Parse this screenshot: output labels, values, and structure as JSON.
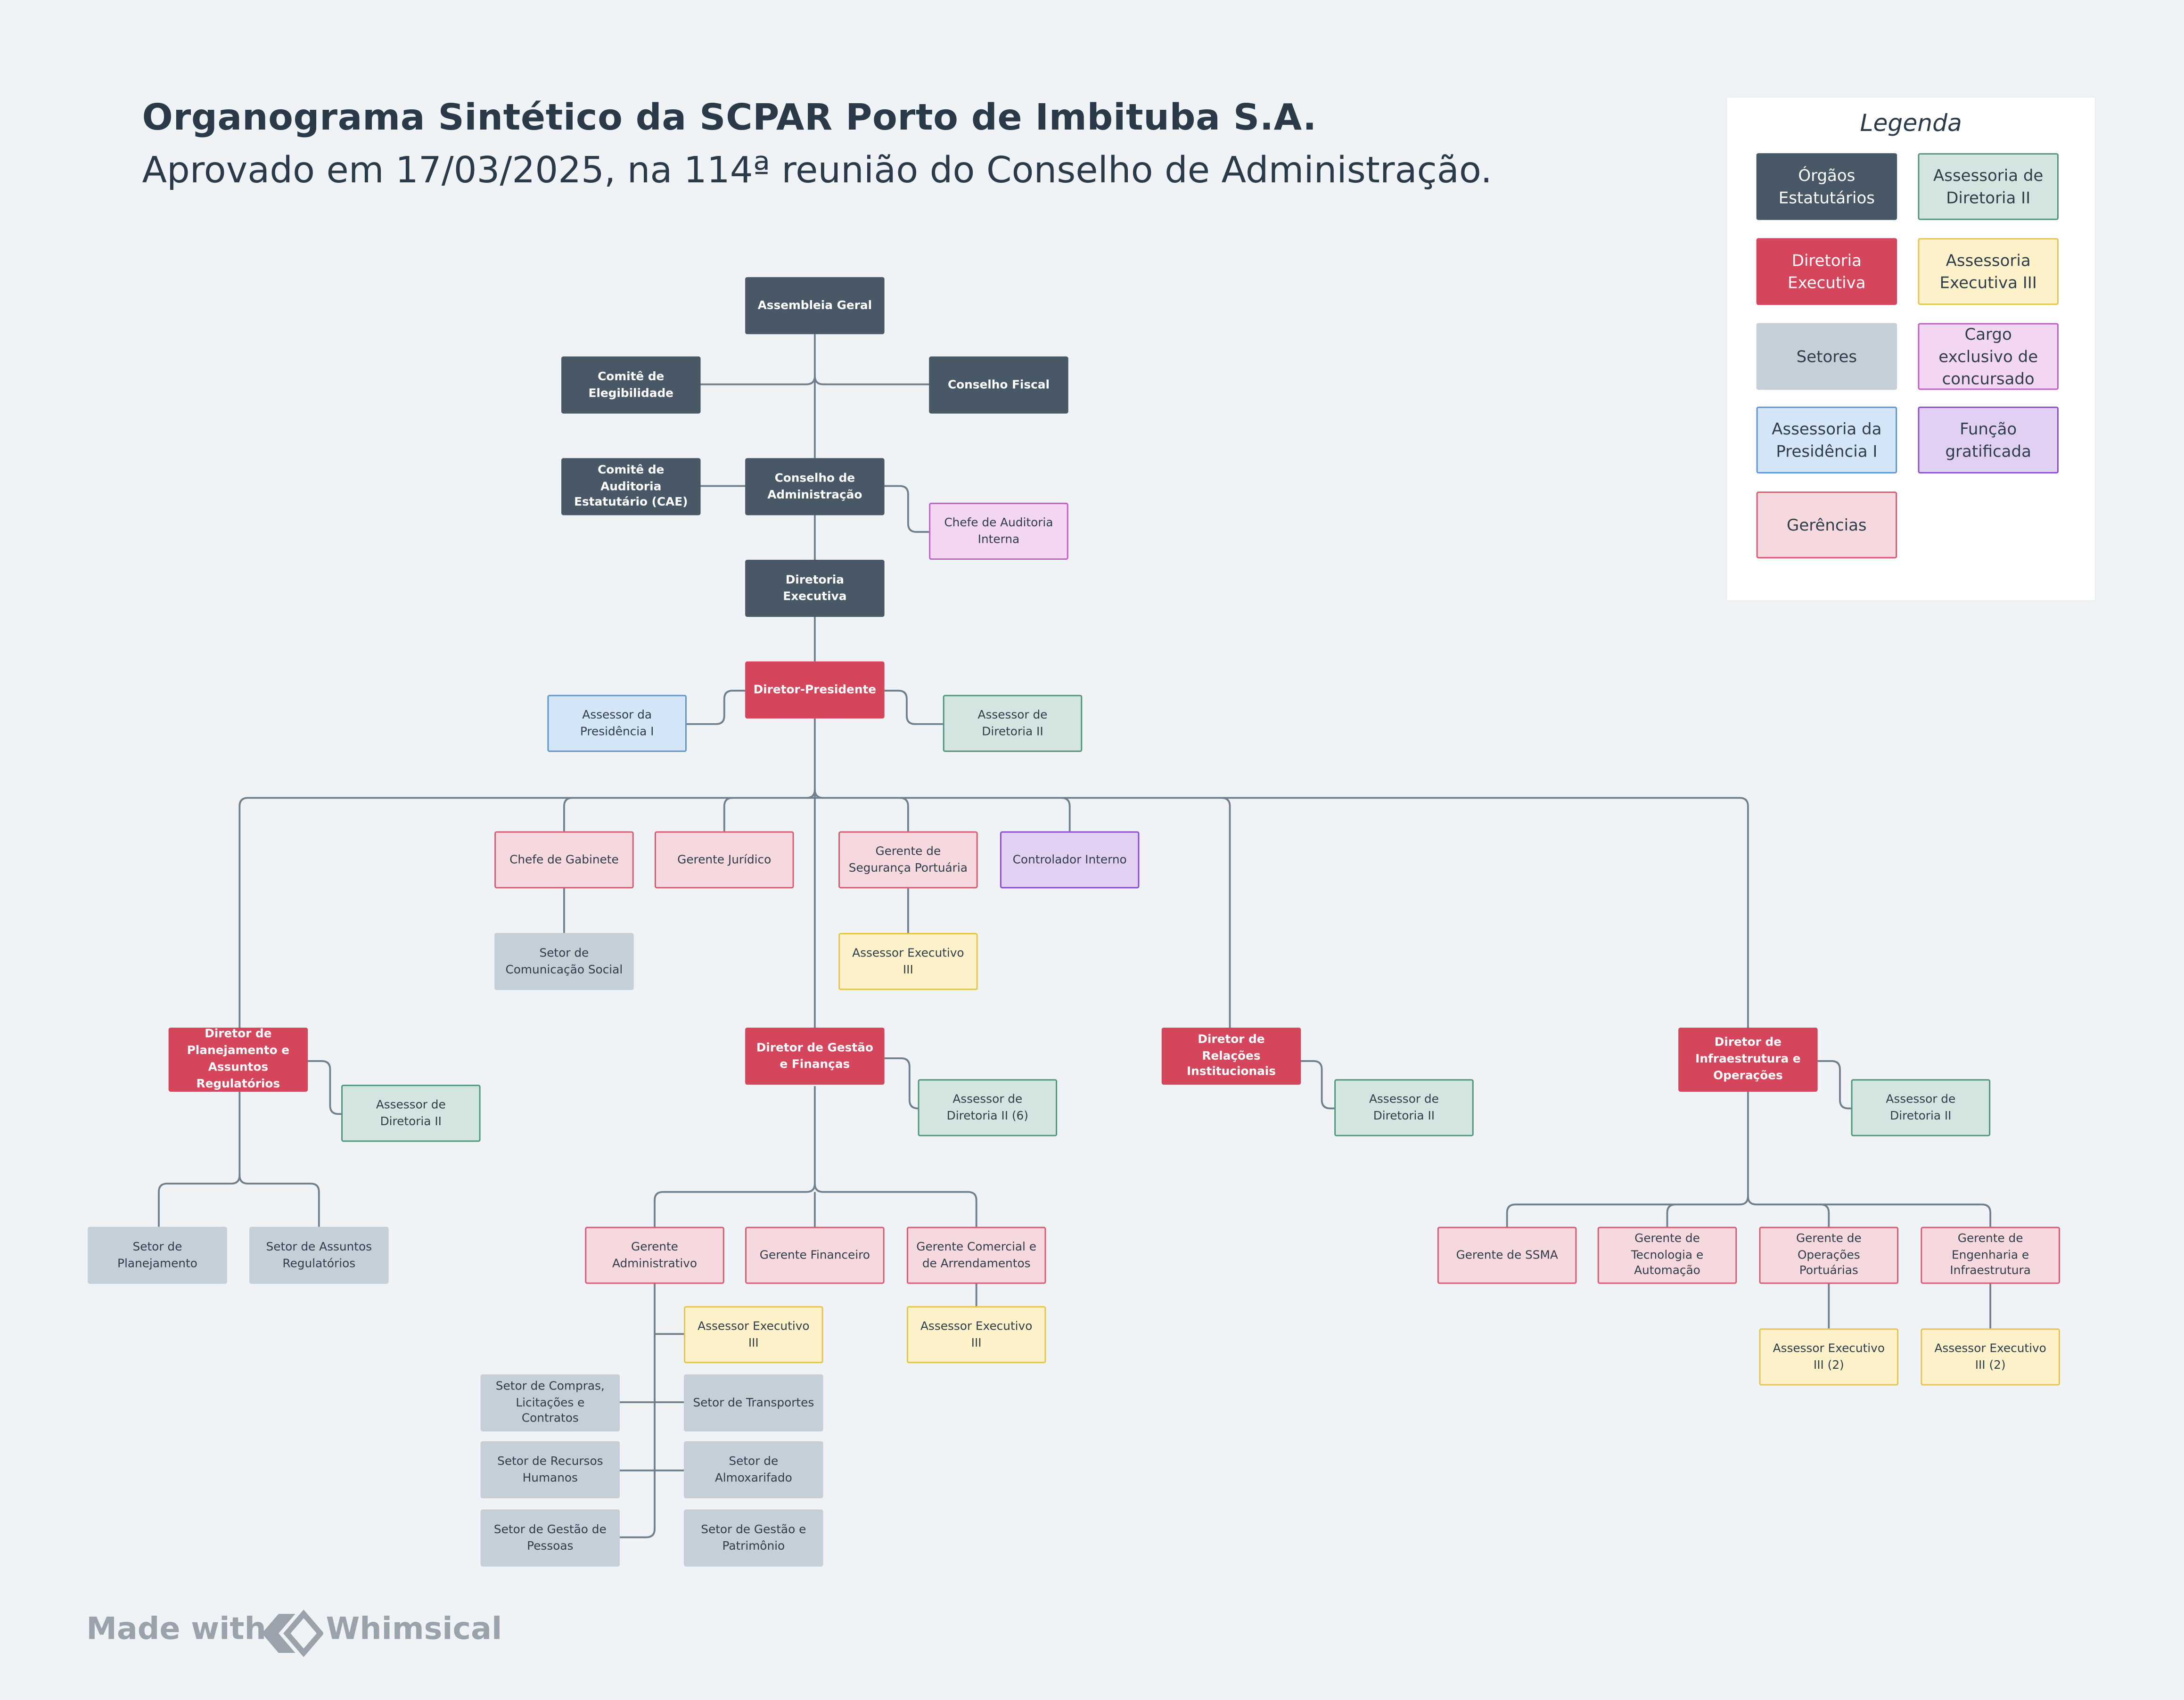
{
  "header": {
    "title": "Organograma Sintético da SCPAR Porto de Imbituba S.A.",
    "subtitle": "Aprovado em 17/03/2025, na 114ª reunião do Conselho de Administração."
  },
  "nodes": {
    "assembleia": "Assembleia Geral",
    "comite_eleg": "Comitê de Elegibilidade",
    "conselho_fiscal": "Conselho Fiscal",
    "cae": "Comitê de Auditoria Estatutário (CAE)",
    "conselho_adm": "Conselho de Administração",
    "chefe_auditoria": "Chefe de Auditoria Interna",
    "diretoria_exec": "Diretoria Executiva",
    "diretor_presidente": "Diretor-Presidente",
    "assessor_presidencia": "Assessor da Presidência I",
    "assessor_dir_pres": "Assessor de Diretoria II",
    "chefe_gabinete": "Chefe de Gabinete",
    "gerente_juridico": "Gerente Jurídico",
    "gerente_seguranca": "Gerente de Segurança Portuária",
    "controlador": "Controlador Interno",
    "setor_comunicacao": "Setor de Comunicação Social",
    "assessor_exec_seg": "Assessor Executivo III",
    "diretor_planejamento": "Diretor de Planejamento e Assuntos Regulatórios",
    "assessor_dir_plan": "Assessor de Diretoria II",
    "setor_planejamento": "Setor de Planejamento",
    "setor_assuntos": "Setor de Assuntos Regulatórios",
    "diretor_gestao": "Diretor de Gestão e Finanças",
    "assessor_dir_gestao": "Assessor de Diretoria II (6)",
    "gerente_adm": "Gerente Administrativo",
    "gerente_fin": "Gerente Financeiro",
    "gerente_comercial": "Gerente Comercial e de Arrendamentos",
    "assessor_exec_adm": "Assessor Executivo III",
    "assessor_exec_com": "Assessor Executivo III",
    "setor_compras": "Setor de Compras, Licitações e Contratos",
    "setor_transportes": "Setor de Transportes",
    "setor_rh": "Setor de Recursos Humanos",
    "setor_almox": "Setor de Almoxarifado",
    "setor_pessoas": "Setor de Gestão de Pessoas",
    "setor_patrimonio": "Setor de Gestão e Patrimônio",
    "diretor_relacoes": "Diretor de Relações Institucionais",
    "assessor_dir_rel": "Assessor de Diretoria II",
    "diretor_infra": "Diretor de Infraestrutura e Operações",
    "assessor_dir_infra": "Assessor de Diretoria II",
    "gerente_ssma": "Gerente de SSMA",
    "gerente_tec": "Gerente de Tecnologia e Automação",
    "gerente_oper": "Gerente de Operações Portuárias",
    "gerente_eng": "Gerente de Engenharia e Infraestrutura",
    "assessor_exec_oper": "Assessor Executivo III (2)",
    "assessor_exec_eng": "Assessor Executivo III (2)"
  },
  "legend": {
    "title": "Legenda",
    "items": [
      "Órgãos Estatutários",
      "Assessoria de Diretoria II",
      "Diretoria Executiva",
      "Assessoria Executiva III",
      "Setores",
      "Cargo exclusivo de concursado",
      "Assessoria da Presidência I",
      "Função gratificada",
      "Gerências"
    ]
  },
  "footer": {
    "made_with": "Made with",
    "brand": "Whimsical"
  },
  "colors": {
    "orgaos": "#495866",
    "diretoria": "#d5455c",
    "setores": "#c4cfd8",
    "assessoria_presidencia": "#d3e5f7",
    "gerencias": "#f6d9de",
    "assessoria_diretoria": "#d3e5e0",
    "assessoria_executiva": "#fdf1c9",
    "concursado": "#f2d6f2",
    "funcao": "#e2d0f3",
    "connector": "#6f7f8c"
  }
}
